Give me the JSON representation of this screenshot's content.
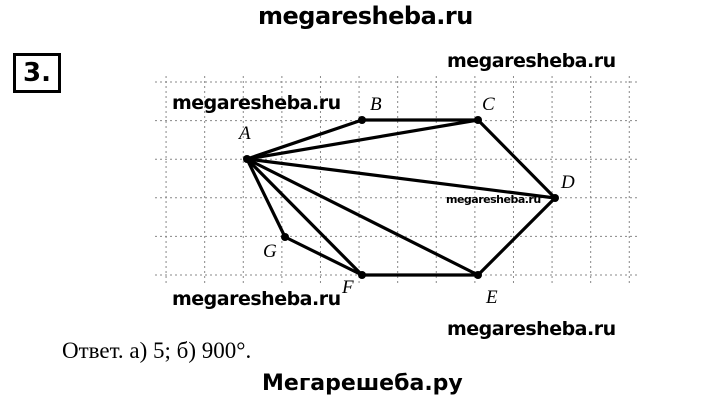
{
  "watermark": "megaresheba.ru",
  "problem_number": "3.",
  "diagram": {
    "points": [
      {
        "name": "A",
        "gx": 2,
        "gy": 2
      },
      {
        "name": "B",
        "gx": 5,
        "gy": 1
      },
      {
        "name": "C",
        "gx": 8,
        "gy": 1
      },
      {
        "name": "D",
        "gx": 10,
        "gy": 3
      },
      {
        "name": "E",
        "gx": 8,
        "gy": 5
      },
      {
        "name": "F",
        "gx": 5,
        "gy": 5
      },
      {
        "name": "G",
        "gx": 3,
        "gy": 4
      }
    ],
    "polygon": [
      "A",
      "B",
      "C",
      "D",
      "E",
      "F",
      "G"
    ],
    "diagonals": [
      [
        "A",
        "C"
      ],
      [
        "A",
        "D"
      ],
      [
        "A",
        "E"
      ],
      [
        "A",
        "F"
      ]
    ]
  },
  "answer": "Ответ. а) 5; б) 900°.",
  "footer": "Мегарешеба.ру"
}
